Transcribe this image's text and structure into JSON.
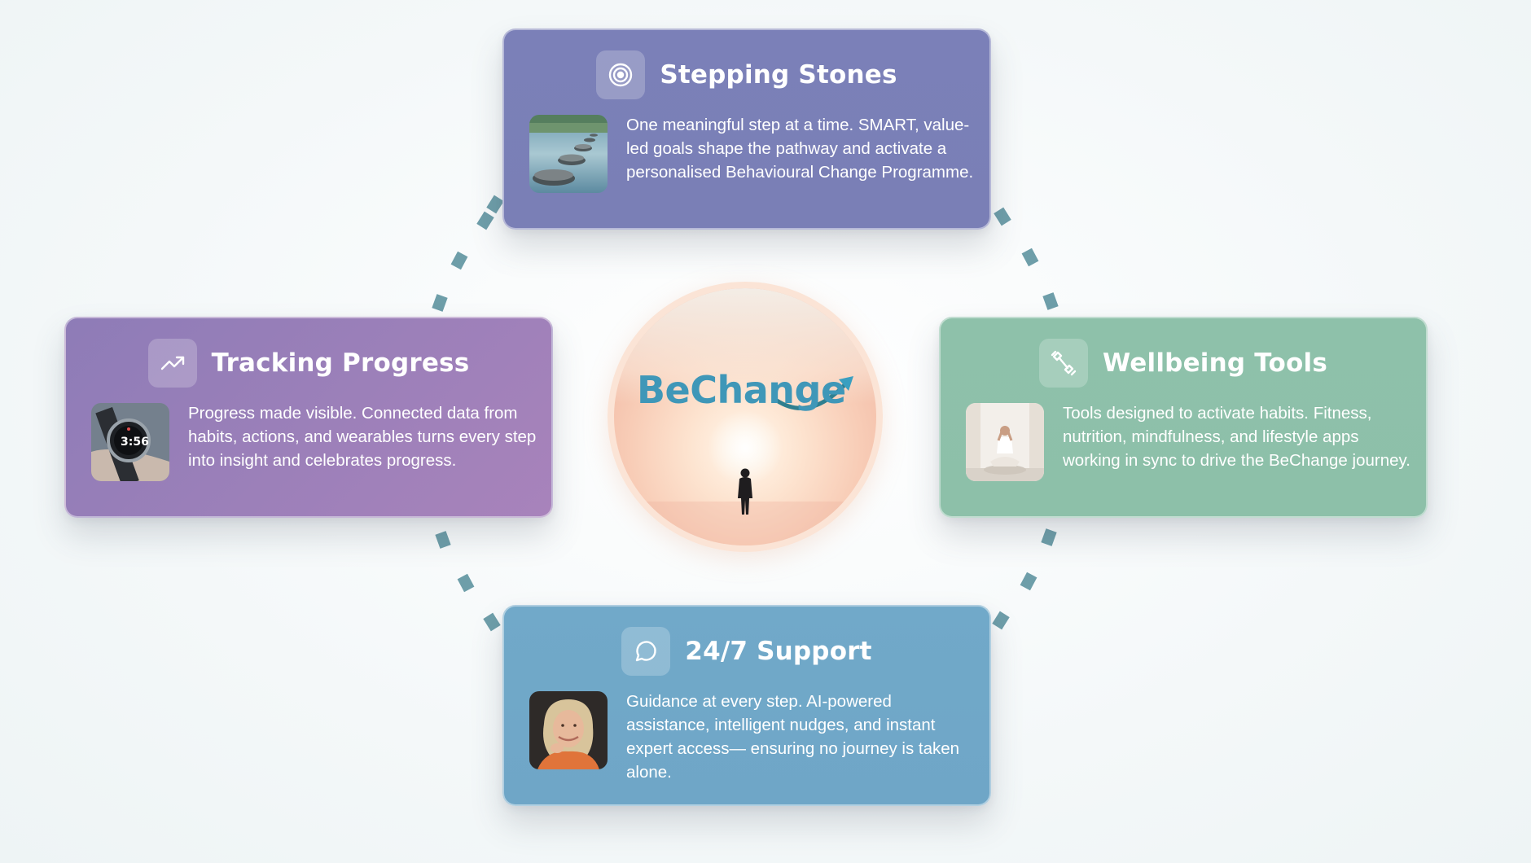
{
  "hub": {
    "logo_text": "BeChange",
    "logo_color": "#3f97b8"
  },
  "cards": {
    "stepping": {
      "title": "Stepping Stones",
      "icon": "target-icon",
      "image": "stepping-stones-photo",
      "text": "One meaningful step at a time. SMART, value-led goals shape the pathway and activate a personalised Behavioural Change Programme.",
      "color": "#7b80b8"
    },
    "tracking": {
      "title": "Tracking Progress",
      "icon": "trending-up-icon",
      "image": "smartwatch-photo",
      "text": "Progress made visible. Connected data from habits, actions, and wearables turns every step into insight and celebrates progress.",
      "color": "#9a80b9"
    },
    "wellbeing": {
      "title": "Wellbeing Tools",
      "icon": "dumbbell-icon",
      "image": "meditation-photo",
      "text": "Tools designed to activate habits. Fitness, nutrition, mindfulness, and lifestyle apps working in sync to drive the BeChange journey.",
      "color": "#8ec1aa"
    },
    "support": {
      "title": "24/7 Support",
      "icon": "chat-bubble-icon",
      "image": "smiling-woman-photo",
      "text": "Guidance at every step. AI-powered assistance, intelligent nudges, and instant expert access— ensuring no journey is taken alone.",
      "color": "#71a9c9"
    }
  },
  "connector_color": "#6aa0ad"
}
